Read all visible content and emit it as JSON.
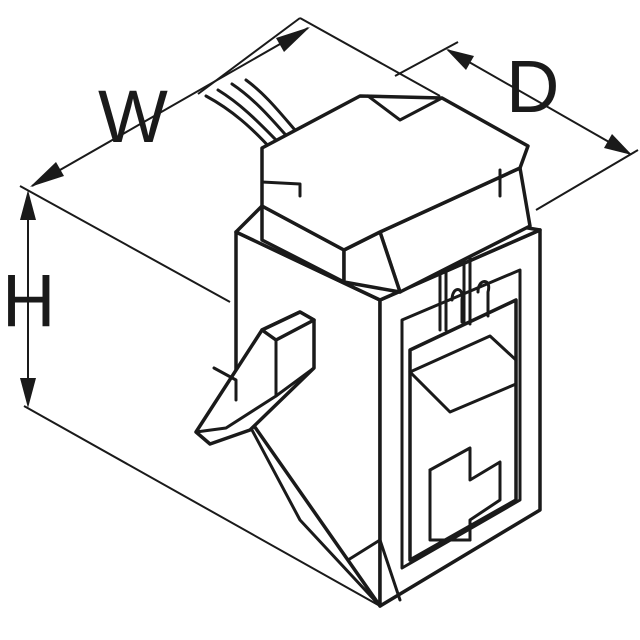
{
  "diagram": {
    "labels": {
      "width": "W",
      "depth": "D",
      "height": "H"
    },
    "line_color": "#1a1a1a",
    "background": "#ffffff"
  }
}
